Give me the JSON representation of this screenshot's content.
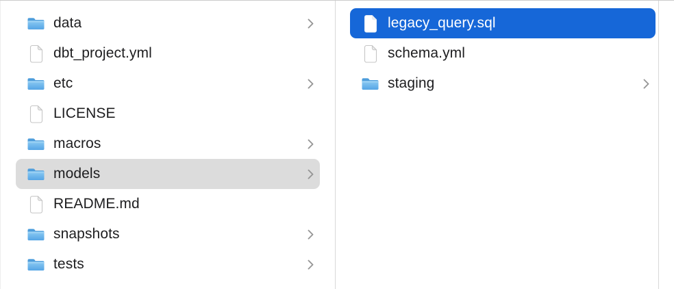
{
  "colors": {
    "selection_blue": "#1667d8",
    "selection_gray": "#dcdcdc",
    "text": "#1d1d1f",
    "text_selected": "#ffffff",
    "chevron_gray": "#969696"
  },
  "columns": [
    {
      "id": "left",
      "items": [
        {
          "label": "data",
          "type": "folder",
          "chevron": true,
          "selected": null
        },
        {
          "label": "dbt_project.yml",
          "type": "file",
          "chevron": false,
          "selected": null
        },
        {
          "label": "etc",
          "type": "folder",
          "chevron": true,
          "selected": null
        },
        {
          "label": "LICENSE",
          "type": "file",
          "chevron": false,
          "selected": null
        },
        {
          "label": "macros",
          "type": "folder",
          "chevron": true,
          "selected": null
        },
        {
          "label": "models",
          "type": "folder",
          "chevron": true,
          "selected": "gray"
        },
        {
          "label": "README.md",
          "type": "file",
          "chevron": false,
          "selected": null
        },
        {
          "label": "snapshots",
          "type": "folder",
          "chevron": true,
          "selected": null
        },
        {
          "label": "tests",
          "type": "folder",
          "chevron": true,
          "selected": null
        }
      ]
    },
    {
      "id": "right",
      "items": [
        {
          "label": "legacy_query.sql",
          "type": "file",
          "chevron": false,
          "selected": "blue"
        },
        {
          "label": "schema.yml",
          "type": "file",
          "chevron": false,
          "selected": null
        },
        {
          "label": "staging",
          "type": "folder",
          "chevron": true,
          "selected": null
        }
      ]
    }
  ]
}
